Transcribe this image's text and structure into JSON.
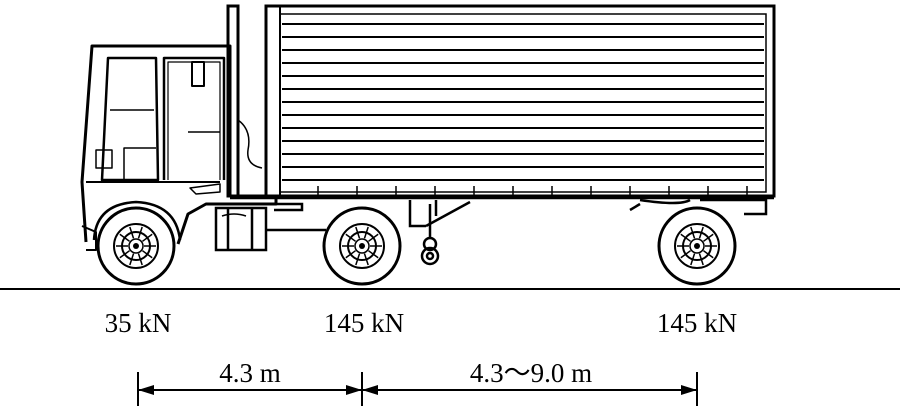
{
  "axle_loads": {
    "front": "35 kN",
    "middle": "145 kN",
    "rear": "145 kN"
  },
  "spacings": {
    "front_to_middle": "4.3 m",
    "middle_to_rear": "4.3～9.0 m"
  }
}
